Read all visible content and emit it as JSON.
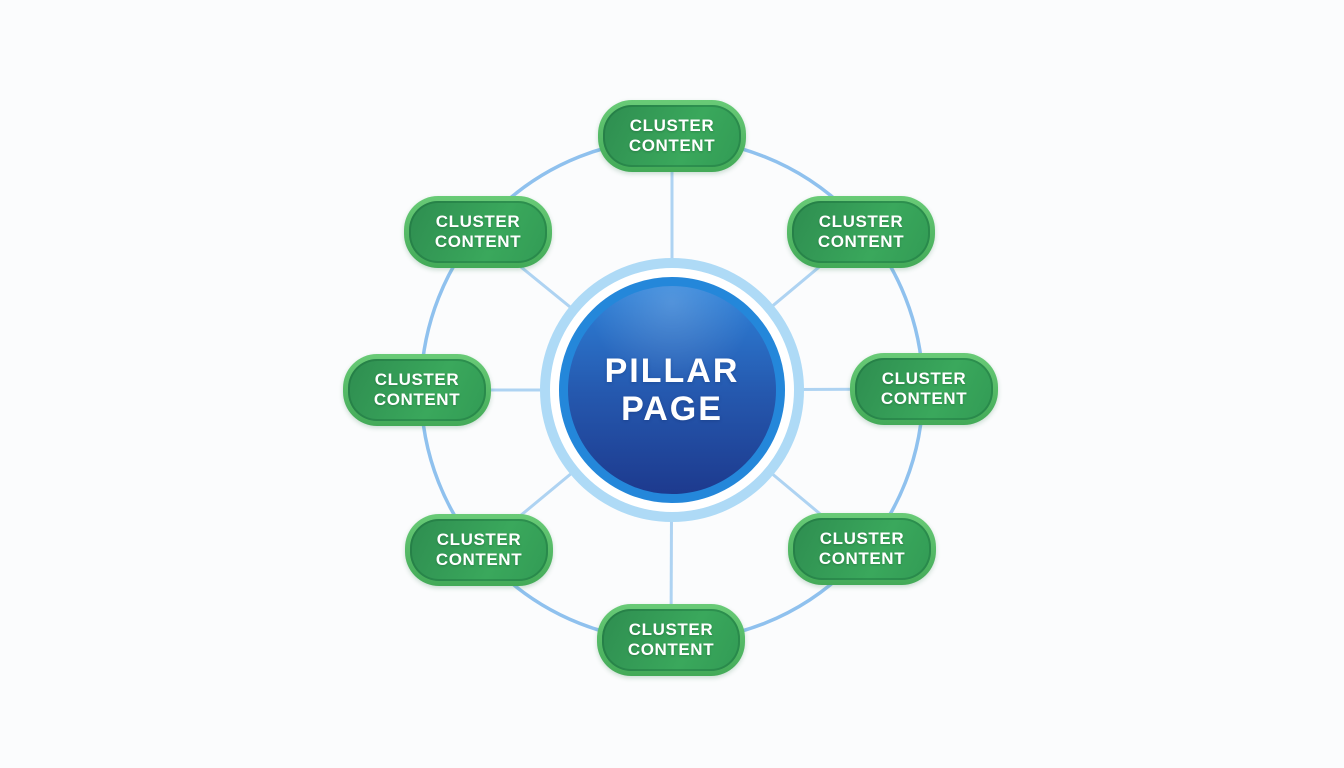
{
  "diagram": {
    "center": {
      "label": "PILLAR PAGE"
    },
    "nodes": [
      {
        "position": "top",
        "label": "CLUSTER CONTENT"
      },
      {
        "position": "upper-right",
        "label": "CLUSTER CONTENT"
      },
      {
        "position": "right",
        "label": "CLUSTER CONTENT"
      },
      {
        "position": "lower-right",
        "label": "CLUSTER CONTENT"
      },
      {
        "position": "bottom",
        "label": "CLUSTER CONTENT"
      },
      {
        "position": "lower-left",
        "label": "CLUSTER CONTENT"
      },
      {
        "position": "left",
        "label": "CLUSTER CONTENT"
      },
      {
        "position": "upper-left",
        "label": "CLUSTER CONTENT"
      }
    ]
  },
  "colors": {
    "background": "#fbfcfd",
    "node_border_top": "#69cb77",
    "node_border_bottom": "#43aa58",
    "node_fill_start": "#2e8d50",
    "node_fill_end": "#3aa85c",
    "center_fill_top": "#2e82d9",
    "center_fill_bottom": "#1d3a8e",
    "center_ring": "#2487da",
    "outer_ring": "#aedaf6",
    "connector_line": "#aed3f2",
    "hub_circle_line": "#8fc1ee",
    "text": "#ffffff"
  }
}
